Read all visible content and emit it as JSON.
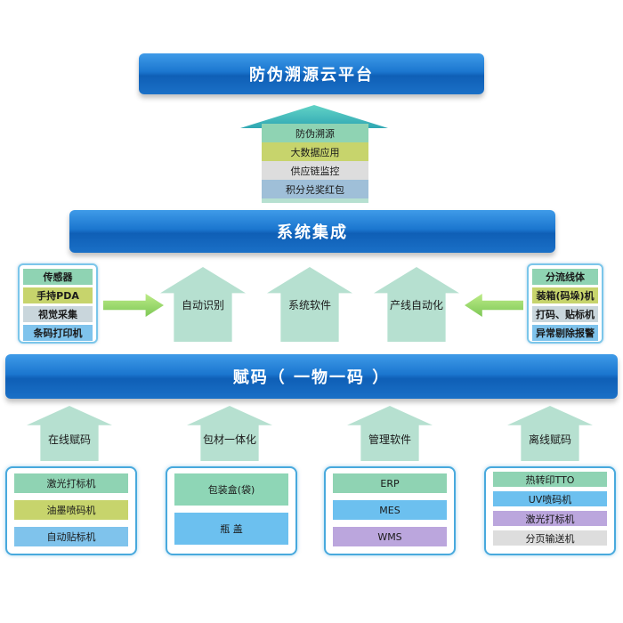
{
  "top_bar": {
    "title": "防伪溯源云平台"
  },
  "top_stack": {
    "items": [
      "防伪溯源",
      "大数据应用",
      "供应链监控",
      "积分兑奖红包"
    ],
    "colors": [
      "#8fd3b3",
      "#c7d46c",
      "#d9d9d9",
      "#9fbfd8"
    ]
  },
  "mid_bar": {
    "title": "系统集成"
  },
  "left_panel": {
    "items": [
      "传感器",
      "手持PDA",
      "视觉采集",
      "条码打印机"
    ]
  },
  "right_panel": {
    "items": [
      "分流线体",
      "装箱(码垛)机",
      "打码、贴标机",
      "异常剔除报警"
    ]
  },
  "mid_arrows": {
    "items": [
      "自动识别",
      "系统软件",
      "产线自动化"
    ]
  },
  "bottom_bar": {
    "title": "赋码（ 一物一码 ）"
  },
  "bottom_arrows": {
    "items": [
      "在线赋码",
      "包材一体化",
      "管理软件",
      "离线赋码"
    ]
  },
  "bottom_boxes": {
    "online": [
      "激光打标机",
      "油墨喷码机",
      "自动贴标机"
    ],
    "packaging": [
      "包装盒(袋)",
      "瓶 盖"
    ],
    "software": [
      "ERP",
      "MES",
      "WMS"
    ],
    "offline": [
      "热转印TTO",
      "UV喷码机",
      "激光打标机",
      "分页输送机"
    ]
  }
}
